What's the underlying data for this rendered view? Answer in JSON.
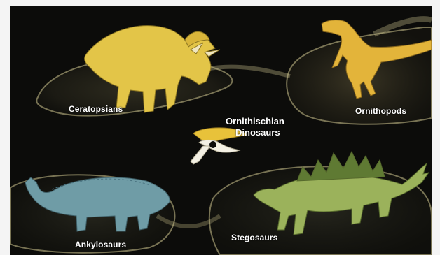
{
  "diagram": {
    "center_title": [
      "Ornithischian",
      "Dinosaurs"
    ],
    "groups": [
      {
        "id": "ceratopsians",
        "label": "Ceratopsians",
        "color": "#e6c84a"
      },
      {
        "id": "ornithopods",
        "label": "Ornithopods",
        "color": "#e8b83a"
      },
      {
        "id": "ankylosaurs",
        "label": "Ankylosaurs",
        "color": "#6f9aa3"
      },
      {
        "id": "stegosaurs",
        "label": "Stegosaurs",
        "color": "#9bb25a"
      }
    ],
    "colors": {
      "background": "#0c0c0a",
      "path_glow": "#c9c08a",
      "pelvis_yellow": "#e8c23a",
      "pelvis_white": "#f4f1e4"
    }
  }
}
